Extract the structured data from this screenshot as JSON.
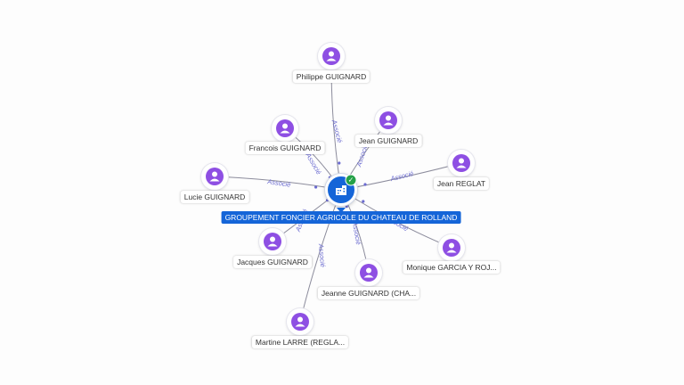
{
  "company": {
    "name": "GROUPEMENT FONCIER AGRICOLE DU CHATEAU DE ROLLAND",
    "icon": "building-icon",
    "verified_icon": "check-circle-icon",
    "colors": {
      "node": "#1565d8",
      "verified": "#24a148"
    }
  },
  "relation_label": "Associé",
  "person_icon": "person-icon",
  "colors": {
    "person_node": "#8e4fe3",
    "edge_label": "#6b6bd0"
  },
  "people": [
    {
      "name": "Philippe GUIGNARD"
    },
    {
      "name": "Francois GUIGNARD"
    },
    {
      "name": "Jean GUIGNARD"
    },
    {
      "name": "Lucie GUIGNARD"
    },
    {
      "name": "Jean REGLAT"
    },
    {
      "name": "Jacques GUIGNARD"
    },
    {
      "name": "Monique GARCIA Y ROJ..."
    },
    {
      "name": "Jeanne GUIGNARD (CHA..."
    },
    {
      "name": "Martine LARRE (REGLA..."
    }
  ]
}
